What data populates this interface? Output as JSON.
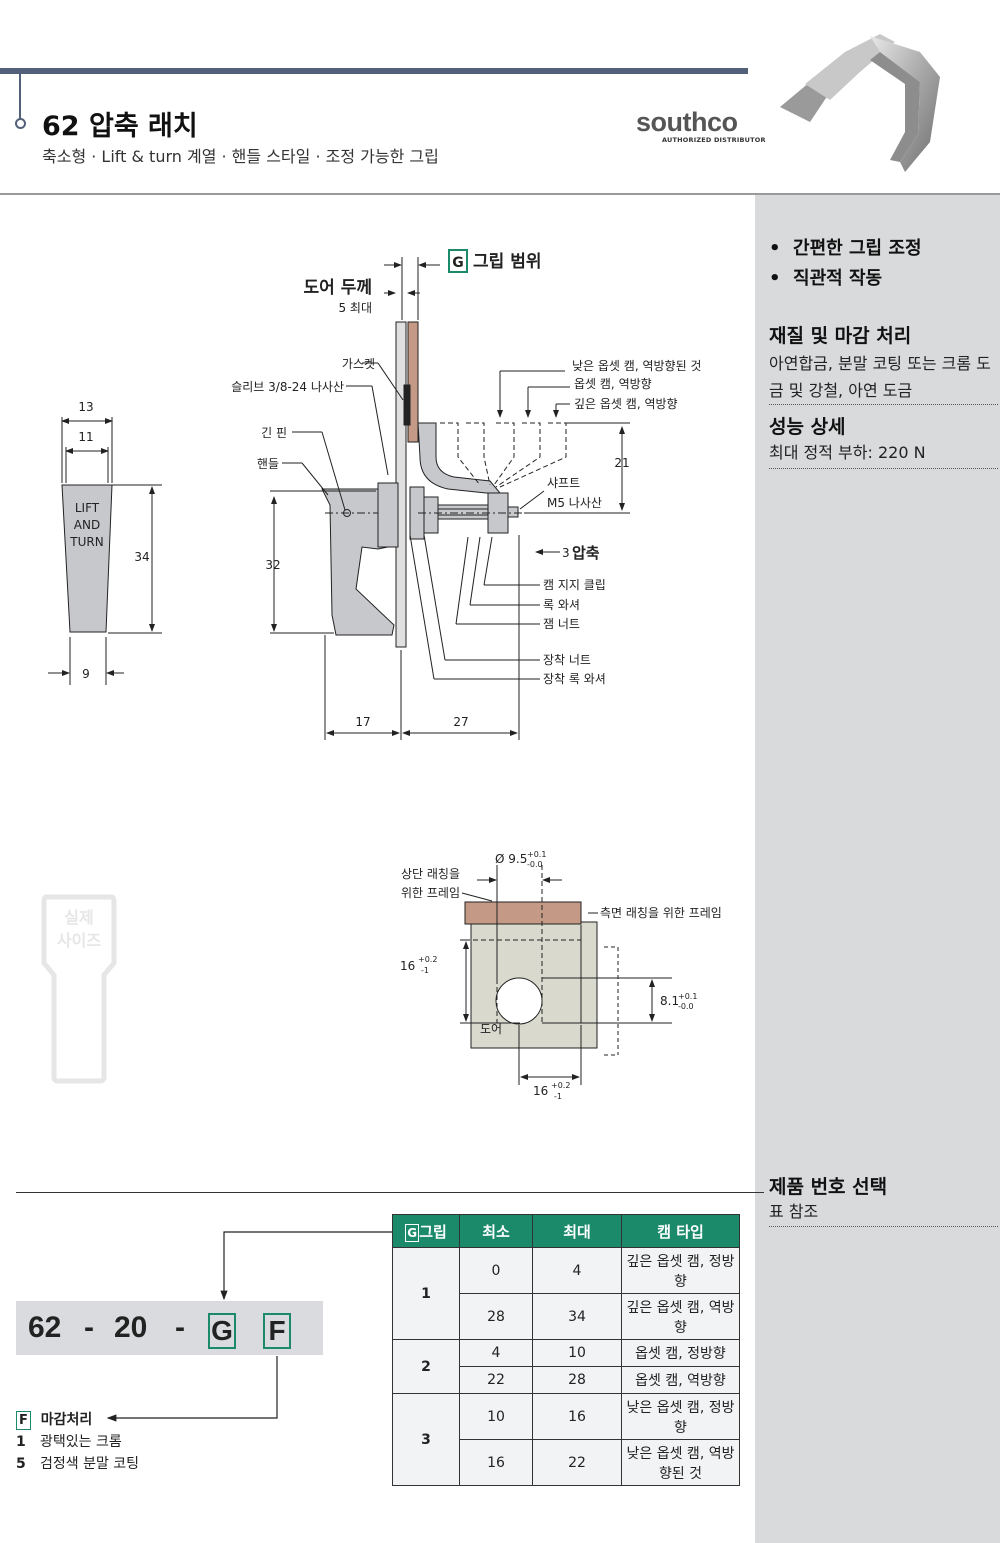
{
  "header": {
    "title": "62 압축 래치",
    "subtitle": "축소형 · Lift & turn 계열 · 핸들 스타일 · 조정 가능한 그립",
    "logo": "southco",
    "logo_sub": "AUTHORIZED DISTRIBUTOR"
  },
  "sidebar": {
    "bullets": [
      "간편한 그립 조정",
      "직관적 작동"
    ],
    "material_heading": "재질 및 마감 처리",
    "material_text": "아연합금, 분말 코팅 또는 크롬 도금 및 강철, 아연 도금",
    "performance_heading": "성능 상세",
    "performance_text": "최대 정적 부하: 220 N",
    "partnum_heading": "제품 번호 선택",
    "partnum_text": "표 참조"
  },
  "drawing1": {
    "door_thickness": "도어 두께",
    "door_thickness_max": "5 최대",
    "grip_letter": "G",
    "grip_range": "그립 범위",
    "gasket": "가스켓",
    "sleeve": "슬리브 3/8-24 나사산",
    "long_pin": "긴 핀",
    "handle": "핸들",
    "cam_low": "낮은 옵셋 캠, 역방향된 것",
    "cam_offset": "옵셋 캠, 역방향",
    "cam_deep": "깊은 옵셋 캠, 역방향",
    "shaft": "샤프트",
    "m5_thread": "M5 나사산",
    "compression": "압축",
    "compression_val": "3",
    "cam_clip": "캠 지지 클립",
    "lock_washer": "록 와셔",
    "jam_nut": "잼 너트",
    "mount_nut": "장착 너트",
    "mount_lock_washer": "장착 록 와셔",
    "lift_text": [
      "LIFT",
      "AND",
      "TURN"
    ],
    "dim_13": "13",
    "dim_11": "11",
    "dim_34": "34",
    "dim_32": "32",
    "dim_9": "9",
    "dim_17": "17",
    "dim_27": "27",
    "dim_21": "21"
  },
  "drawing2": {
    "actual_size": [
      "실제",
      "사이즈"
    ],
    "top_frame": [
      "상단 래칭을",
      "위한 프레임"
    ],
    "side_frame": "측면 래칭을 위한 프레임",
    "dia": "Ø 9.5",
    "dia_tol_plus": "+0.1",
    "dia_tol_minus": "-0.0",
    "dim_16a": "16",
    "tol_02": "+0.2",
    "tol_1": "-1",
    "dim_81": "8.1",
    "tol_01": "+0.1",
    "tol_00": "-0.0",
    "dim_16b": "16",
    "door": "도어"
  },
  "part_number": {
    "p1": "62",
    "dash1": "-",
    "p2": "20",
    "dash2": "-",
    "g": "G",
    "f": "F"
  },
  "finish": {
    "box": "F",
    "label": "마감처리",
    "options": [
      {
        "code": "1",
        "text": "광택있는 크롬"
      },
      {
        "code": "5",
        "text": "검정색 분말 코팅"
      }
    ]
  },
  "table": {
    "headers": {
      "grip_box": "G",
      "grip": "그립",
      "min": "최소",
      "max": "최대",
      "cam": "캠 타입"
    },
    "groups": [
      {
        "grip": "1",
        "rows": [
          {
            "min": "0",
            "max": "4",
            "cam": "깊은 옵셋 캠, 정방향"
          },
          {
            "min": "28",
            "max": "34",
            "cam": "깊은 옵셋 캠, 역방향"
          }
        ]
      },
      {
        "grip": "2",
        "rows": [
          {
            "min": "4",
            "max": "10",
            "cam": "옵셋 캠, 정방향"
          },
          {
            "min": "22",
            "max": "28",
            "cam": "옵셋 캠, 역방향"
          }
        ]
      },
      {
        "grip": "3",
        "rows": [
          {
            "min": "10",
            "max": "16",
            "cam": "낮은 옵셋 캠, 정방향"
          },
          {
            "min": "16",
            "max": "22",
            "cam": "낮은 옵셋 캠, 역방향된 것"
          }
        ]
      }
    ]
  },
  "colors": {
    "accent": "#1a8a6a",
    "header_bar": "#52607a",
    "sidebar": "#d8dadc",
    "frame": "#c49a86"
  }
}
